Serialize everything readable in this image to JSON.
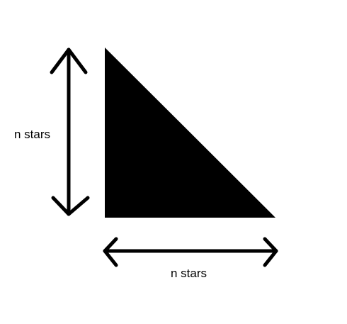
{
  "diagram": {
    "left_label": "n stars",
    "bottom_label": "n stars",
    "shape": "right-triangle",
    "colors": {
      "fill": "#000000",
      "background": "#ffffff"
    }
  }
}
